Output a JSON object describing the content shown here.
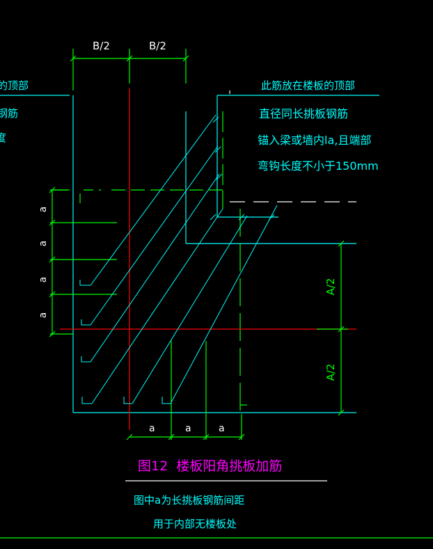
{
  "colors": {
    "background": "#000000",
    "outline": "#00ffff",
    "axis": "#ff0000",
    "dimension": "#00ff00",
    "caption": "#ff00ff",
    "rebar": "#00ffff",
    "white": "#ffffff"
  },
  "dims": {
    "top_left": "B/2",
    "top_right": "B/2",
    "right_upper": "A/2",
    "right_lower": "A/2",
    "left_ticks": [
      "a",
      "a",
      "a",
      "a"
    ],
    "bottom_ticks": [
      "a",
      "a",
      "a"
    ]
  },
  "left_notes": [
    "的顶部",
    "钢筋",
    "度"
  ],
  "right_notes": {
    "line1": "此筋放在楼板的顶部",
    "line2": "直径同长挑板钢筋",
    "line3": "锚入梁或墙内la,且端部",
    "line4": "弯钩长度不小于150mm"
  },
  "caption": {
    "title": "图12  楼板阳角挑板加筋",
    "note1": "图中a为长挑板钢筋间距",
    "note2": "用于内部无楼板处"
  }
}
